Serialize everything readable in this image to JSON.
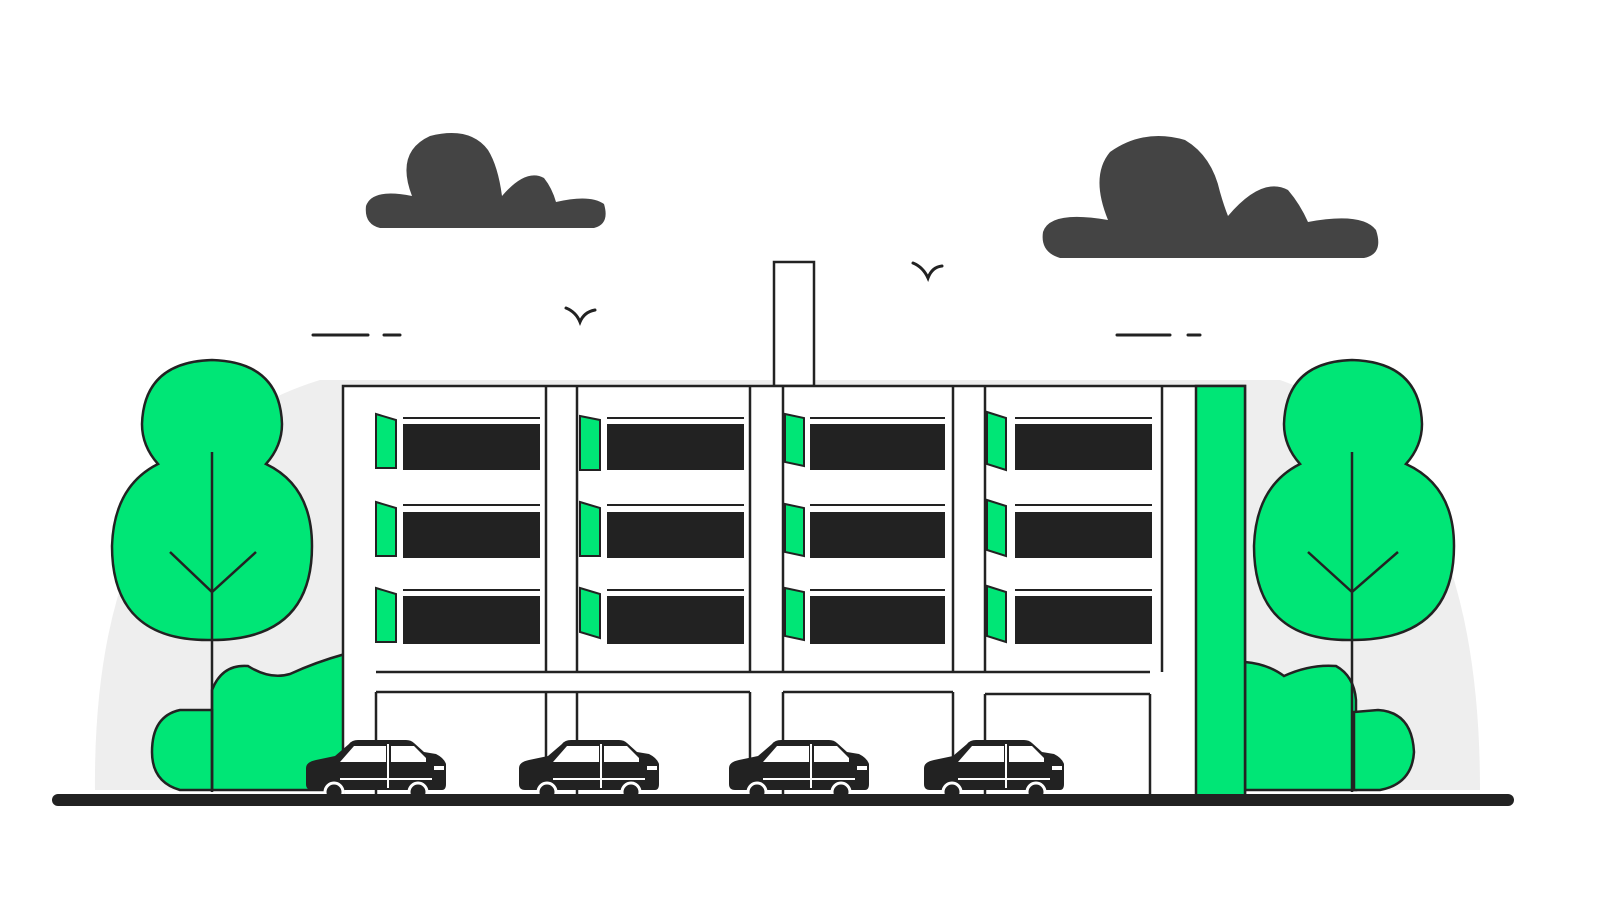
{
  "scene": {
    "subject": "parking-garage-illustration",
    "colors": {
      "background": "#ffffff",
      "accent_green": "#00e676",
      "outline": "#222222",
      "cloud": "#444444",
      "window_fill": "#222222",
      "backdrop_gray": "#eeeeee"
    },
    "icons": [
      "cloud-icon",
      "bird-icon",
      "tree-icon",
      "bush-icon",
      "car-icon",
      "building-icon",
      "chimney-icon"
    ],
    "counts": {
      "trees": 2,
      "clouds": 2,
      "birds": 2,
      "cars": 4,
      "building_window_rows": 3,
      "building_window_columns": 4
    }
  }
}
